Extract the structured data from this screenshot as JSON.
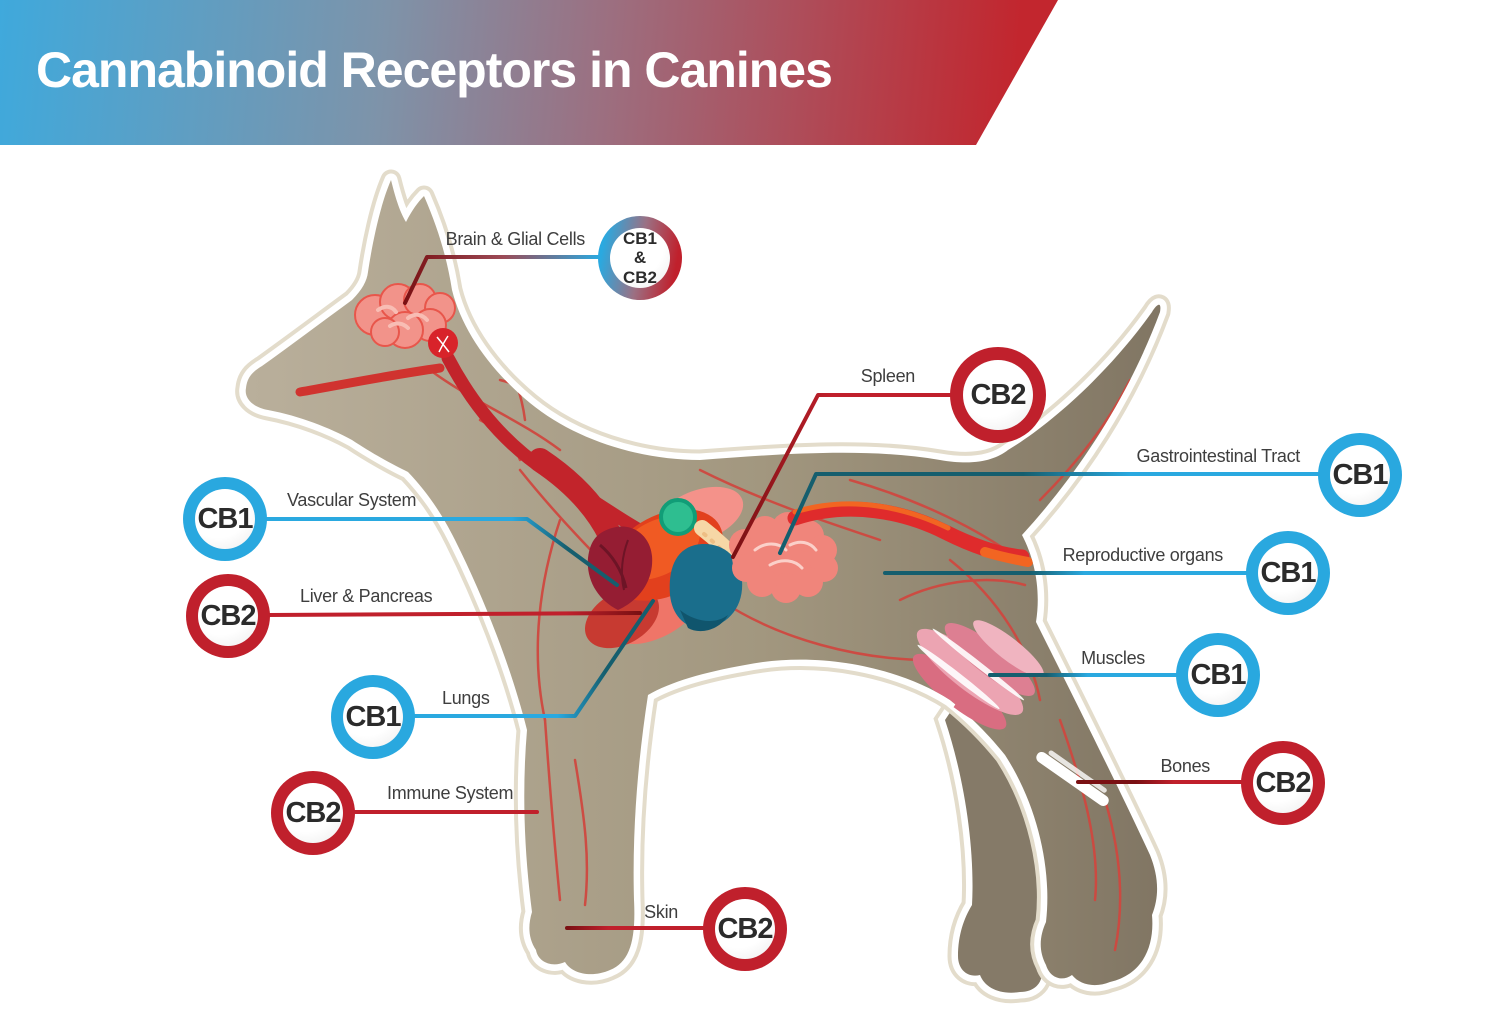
{
  "header": {
    "title": "Cannabinoid Receptors in Canines",
    "gradient_left": "#3fa9dc",
    "gradient_right": "#c2262e"
  },
  "receptor_colors": {
    "cb1_blue": "#29a8df",
    "cb2_red": "#c0202c"
  },
  "annotations": [
    {
      "organ": "Brain & Glial Cells",
      "receptor": "CB1\n&\nCB2",
      "type": "CB1 & CB2"
    },
    {
      "organ": "Spleen",
      "receptor": "CB2",
      "type": "CB2"
    },
    {
      "organ": "Gastrointestinal Tract",
      "receptor": "CB1",
      "type": "CB1"
    },
    {
      "organ": "Vascular System",
      "receptor": "CB1",
      "type": "CB1"
    },
    {
      "organ": "Reproductive organs",
      "receptor": "CB1",
      "type": "CB1"
    },
    {
      "organ": "Liver & Pancreas",
      "receptor": "CB2",
      "type": "CB2"
    },
    {
      "organ": "Muscles",
      "receptor": "CB1",
      "type": "CB1"
    },
    {
      "organ": "Lungs",
      "receptor": "CB1",
      "type": "CB1"
    },
    {
      "organ": "Bones",
      "receptor": "CB2",
      "type": "CB2"
    },
    {
      "organ": "Immune System",
      "receptor": "CB2",
      "type": "CB2"
    },
    {
      "organ": "Skin",
      "receptor": "CB2",
      "type": "CB2"
    }
  ]
}
